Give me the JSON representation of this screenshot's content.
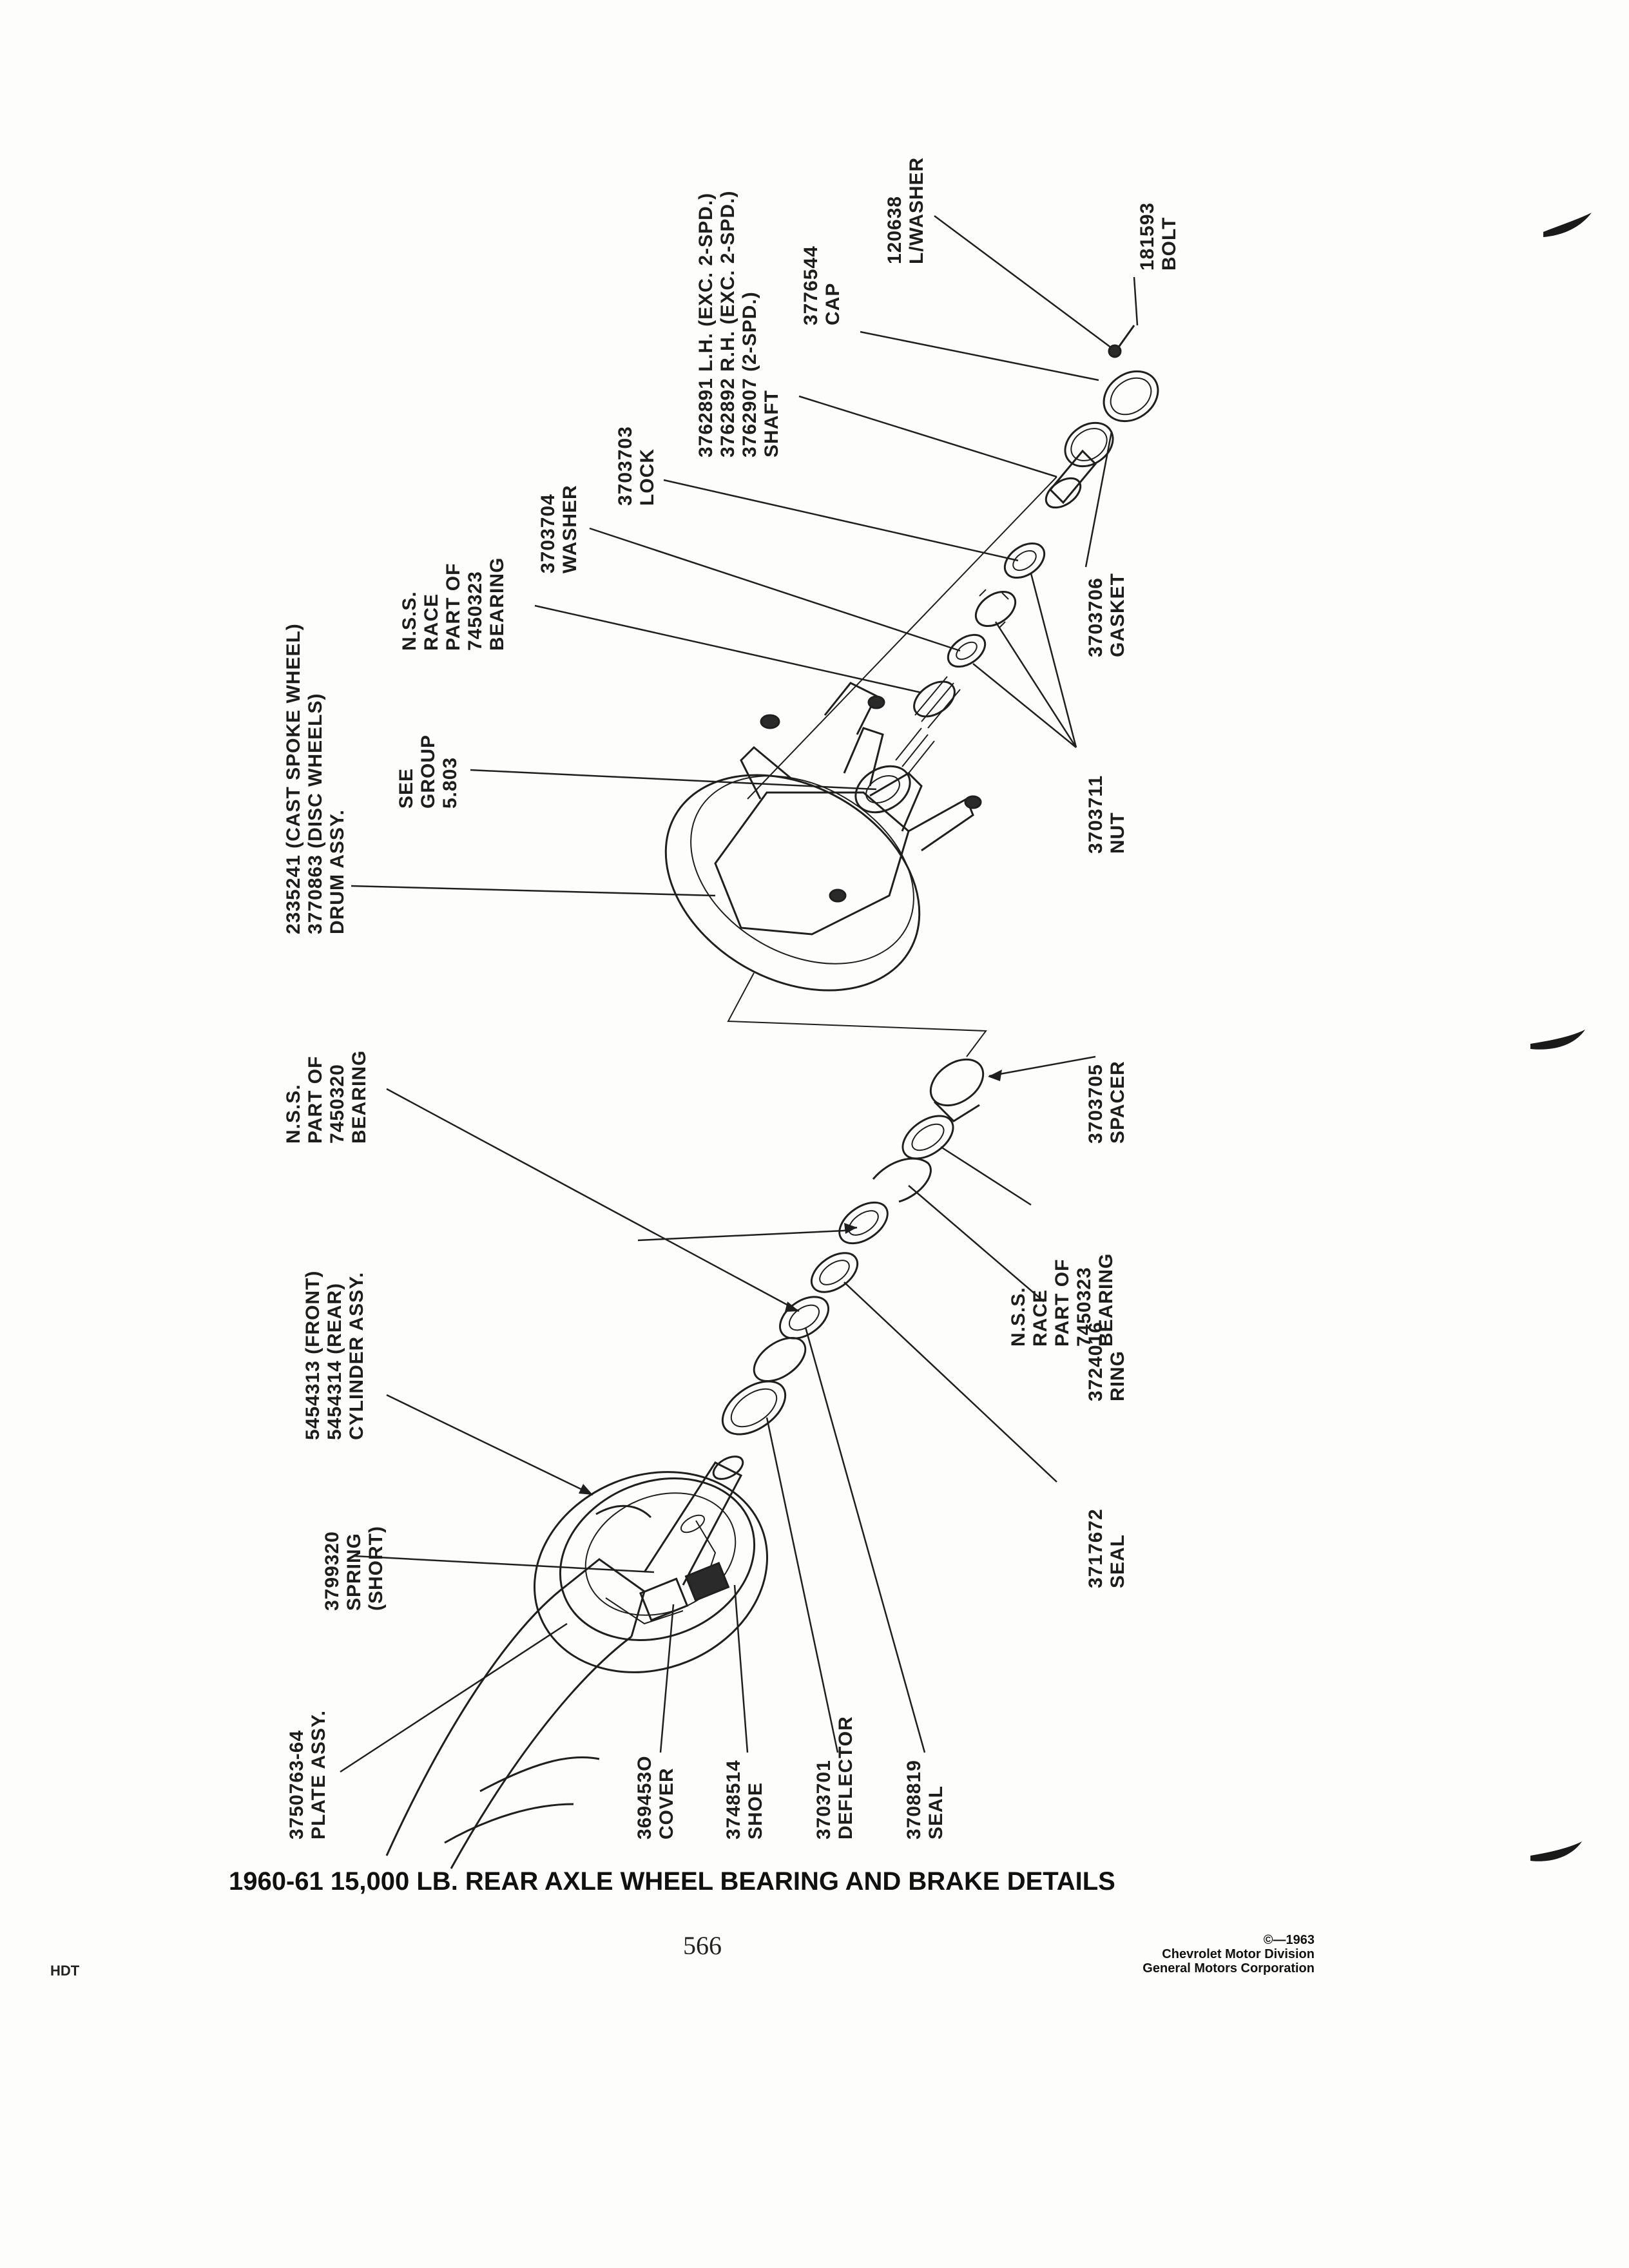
{
  "labels": {
    "plate": [
      "3750763-64",
      "PLATE ASSY."
    ],
    "cover": [
      "369453O",
      "COVER"
    ],
    "shoe": [
      "3748514",
      "SHOE"
    ],
    "deflector": [
      "3703701",
      "DEFLECTOR"
    ],
    "seal_outer": [
      "3708819",
      "SEAL"
    ],
    "spring": [
      "3799320",
      "SPRING",
      "(SHORT)"
    ],
    "cylinder": [
      "5454313 (FRONT)",
      "5454314 (REAR)",
      "CYLINDER ASSY."
    ],
    "inner_bearing": [
      "N.S.S.",
      "PART OF",
      "7450320",
      "BEARING"
    ],
    "drum": [
      "2335241 (CAST SPOKE WHEEL)",
      "3770863 (DISC WHEELS)",
      "DRUM ASSY."
    ],
    "see_group": [
      "SEE",
      "GROUP",
      "5.803"
    ],
    "outer_race_top": [
      "N.S.S.",
      "RACE",
      "PART OF",
      "7450323",
      "BEARING"
    ],
    "washer": [
      "3703704",
      "WASHER"
    ],
    "lock": [
      "3703703",
      "LOCK"
    ],
    "shaft": [
      "3762891  L.H. (EXC. 2-SPD.)",
      "3762892  R.H. (EXC. 2-SPD.)",
      "3762907  (2-SPD.)",
      "SHAFT"
    ],
    "cap": [
      "3776544",
      "CAP"
    ],
    "lwasher": [
      "120638",
      "L/WASHER"
    ],
    "bolt": [
      "181593",
      "BOLT"
    ],
    "gasket": [
      "3703706",
      "GASKET"
    ],
    "nut": [
      "3703711",
      "NUT"
    ],
    "spacer": [
      "3703705",
      "SPACER"
    ],
    "inner_race": [
      "N.S.S.",
      "RACE",
      "PART OF",
      "7450323",
      "BEARING"
    ],
    "ring": [
      "3724016",
      "RING"
    ],
    "seal_inner": [
      "3717672",
      "SEAL"
    ]
  },
  "title": "1960-61 15,000 LB. REAR AXLE WHEEL BEARING AND BRAKE DETAILS",
  "page_number": "566",
  "corner_code": "HDT",
  "copyright": [
    "©—1963",
    "Chevrolet Motor Division",
    "General Motors Corporation"
  ]
}
